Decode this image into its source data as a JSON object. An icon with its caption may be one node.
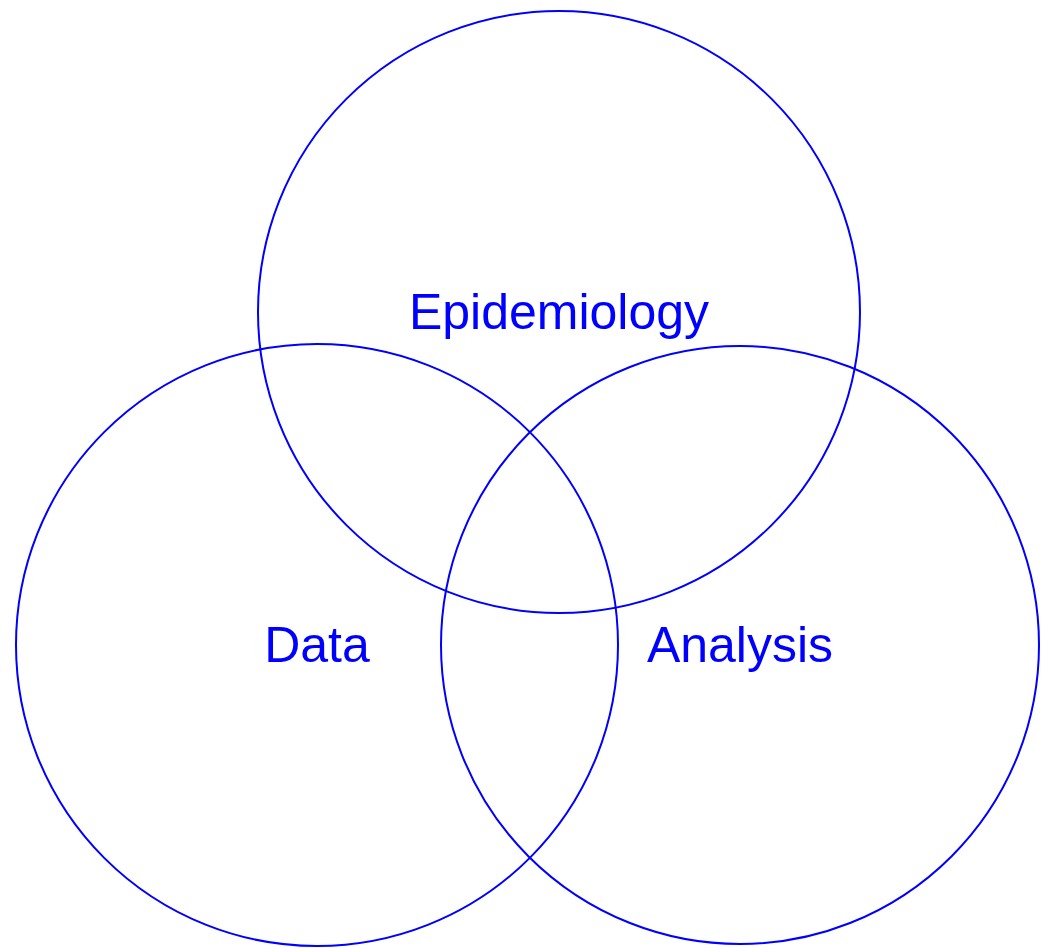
{
  "diagram": {
    "nodes": [
      {
        "text": [
          "Epidemiology"
        ]
      },
      {
        "text": [
          "Data"
        ]
      },
      {
        "text": [
          "Analysis"
        ]
      }
    ]
  }
}
